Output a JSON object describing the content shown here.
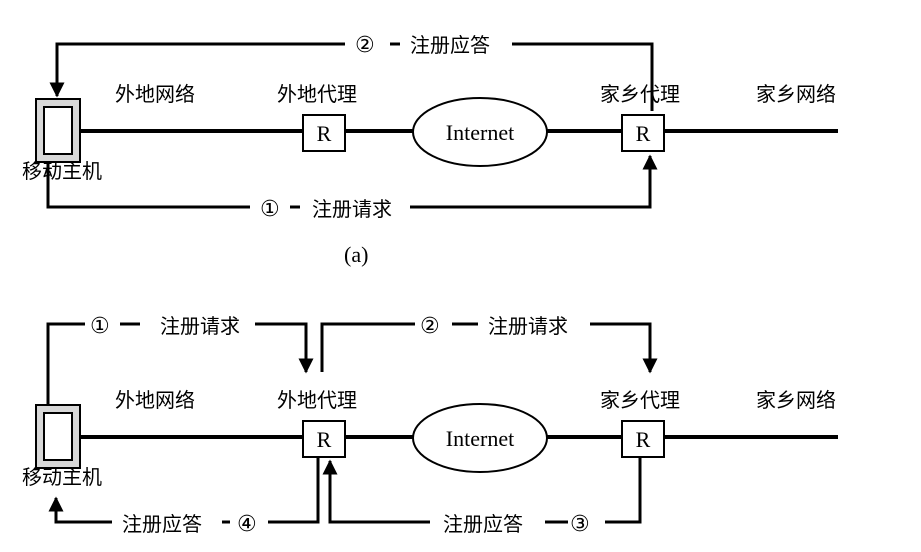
{
  "top": {
    "caption": "(a)",
    "mobile_host": "移动主机",
    "foreign_network": "外地网络",
    "foreign_agent": "外地代理",
    "home_agent": "家乡代理",
    "home_network": "家乡网络",
    "router_label": "R",
    "internet": "Internet",
    "msg1": {
      "num": "①",
      "text": "注册请求"
    },
    "msg2": {
      "num": "②",
      "text": "注册应答"
    }
  },
  "bottom": {
    "mobile_host": "移动主机",
    "foreign_network": "外地网络",
    "foreign_agent": "外地代理",
    "home_agent": "家乡代理",
    "home_network": "家乡网络",
    "router_label": "R",
    "internet": "Internet",
    "msg1": {
      "num": "①",
      "text": "注册请求"
    },
    "msg2": {
      "num": "②",
      "text": "注册请求"
    },
    "msg3": {
      "num": "③",
      "text": "注册应答"
    },
    "msg4": {
      "num": "④",
      "text": "注册应答"
    }
  }
}
